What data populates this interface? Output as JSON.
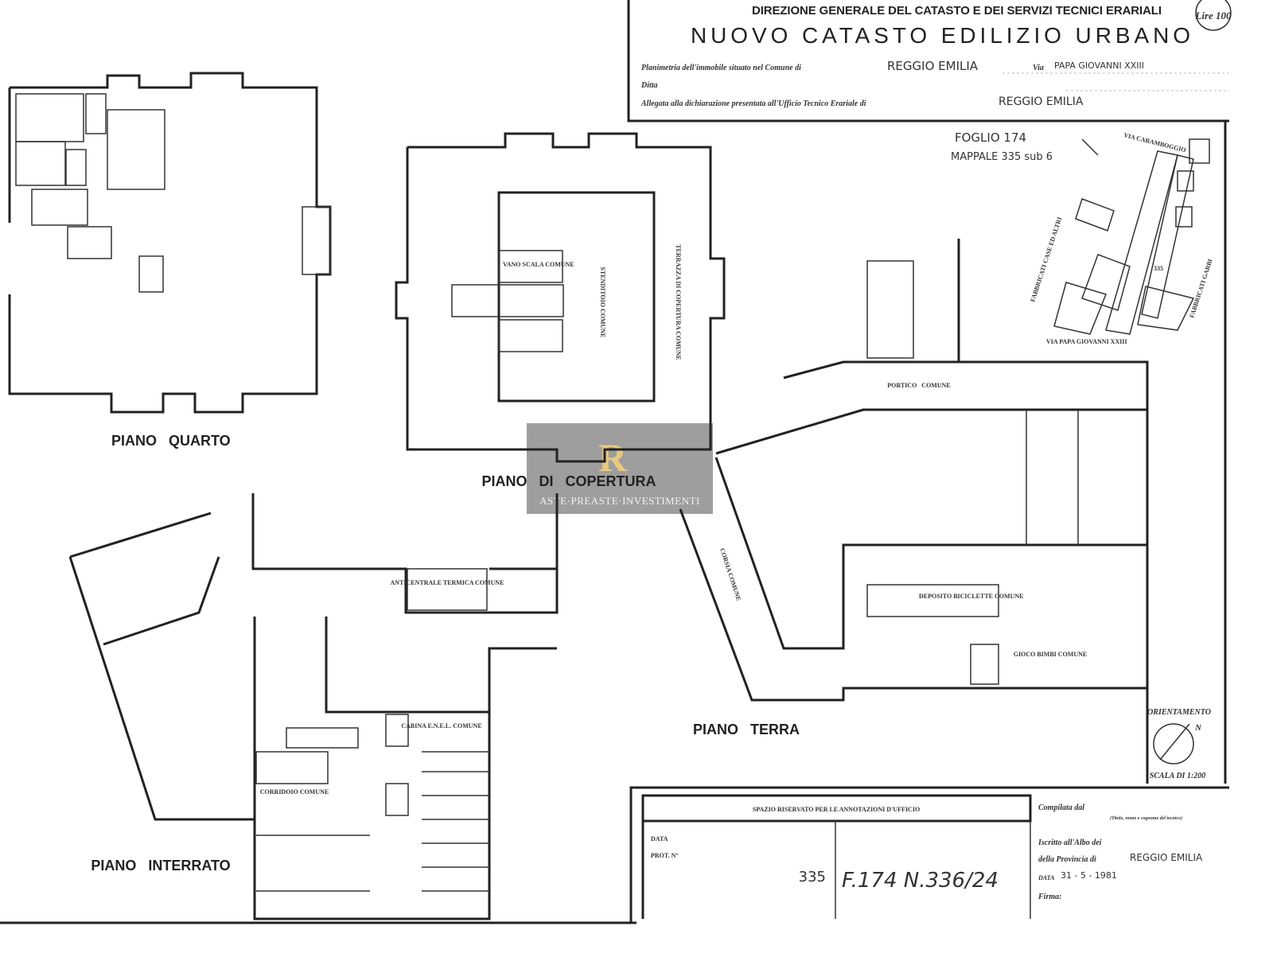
{
  "header": {
    "agency": "DIREZIONE GENERALE DEL CATASTO E DEI SERVIZI TECNICI ERARIALI",
    "title": "NUOVO CATASTO EDILIZIO URBANO",
    "stamp": "Lire 100",
    "row1_label": "Planimetria dell'immobile situato nel Comune di",
    "comune": "REGGIO EMILIA",
    "via_label": "Via",
    "via": "PAPA GIOVANNI XXIII",
    "ditta_label": "Ditta",
    "row3_label": "Allegata alla dichiarazione presentata all'Ufficio Tecnico Erariale di",
    "ufficio": "REGGIO EMILIA"
  },
  "site_plan": {
    "foglio": "FOGLIO 174",
    "mappale": "MAPPALE 335 sub 6",
    "street_top": "VIA CARAMBOGGIO",
    "street_bottom": "VIA PAPA GIOVANNI XXIII",
    "left_label": "FABBRICATI CASE ED ALTRI",
    "right_label": "FABBRICATI GARBI",
    "number": "335"
  },
  "floors": {
    "quarto": "PIANO   QUARTO",
    "copertura": "PIANO   DI   COPERTURA",
    "terra": "PIANO   TERRA",
    "interrato": "PIANO   INTERRATO"
  },
  "room_labels": {
    "portico": "PORTICO   COMUNE",
    "vano_scala": "VANO SCALA COMUNE",
    "stenditoio": "STENDITOIO COMUNE",
    "terrazza": "TERRAZZA DI COPERTURA COMUNE",
    "centrale_termica": "ANTICENTRALE TERMICA COMUNE",
    "cabina_enel": "CABINA E.N.E.L. COMUNE",
    "corridoio": "CORRIDOIO COMUNE",
    "cassette": "DEPOSITO BICICLETTE COMUNE",
    "giardino": "GIOCO BIMBI COMUNE",
    "corsia": "CORSIA COMUNE"
  },
  "orientation": {
    "label": "ORIENTAMENTO",
    "north": "N",
    "scale": "SCALA DI 1:200"
  },
  "office_box": {
    "title": "SPAZIO RISERVATO PER LE ANNOTAZIONI D'UFFICIO",
    "data_label": "DATA",
    "prot_label": "PROT. N°",
    "prot_value": "335",
    "annotation": "F.174 N.336/24",
    "compilata_label": "Compilata dal",
    "compilata_hint": "(Titolo, nome e cognome del tecnico)",
    "iscritto_label": "Iscritto all'Albo dei",
    "provincia_label": "della Provincia di",
    "provincia": "REGGIO EMILIA",
    "data_row_label": "DATA",
    "date": "31 - 5 - 1981",
    "firma_label": "Firma:"
  },
  "watermark": {
    "logo": "R",
    "text": "ASTE·PREASTE·INVESTIMENTI"
  }
}
